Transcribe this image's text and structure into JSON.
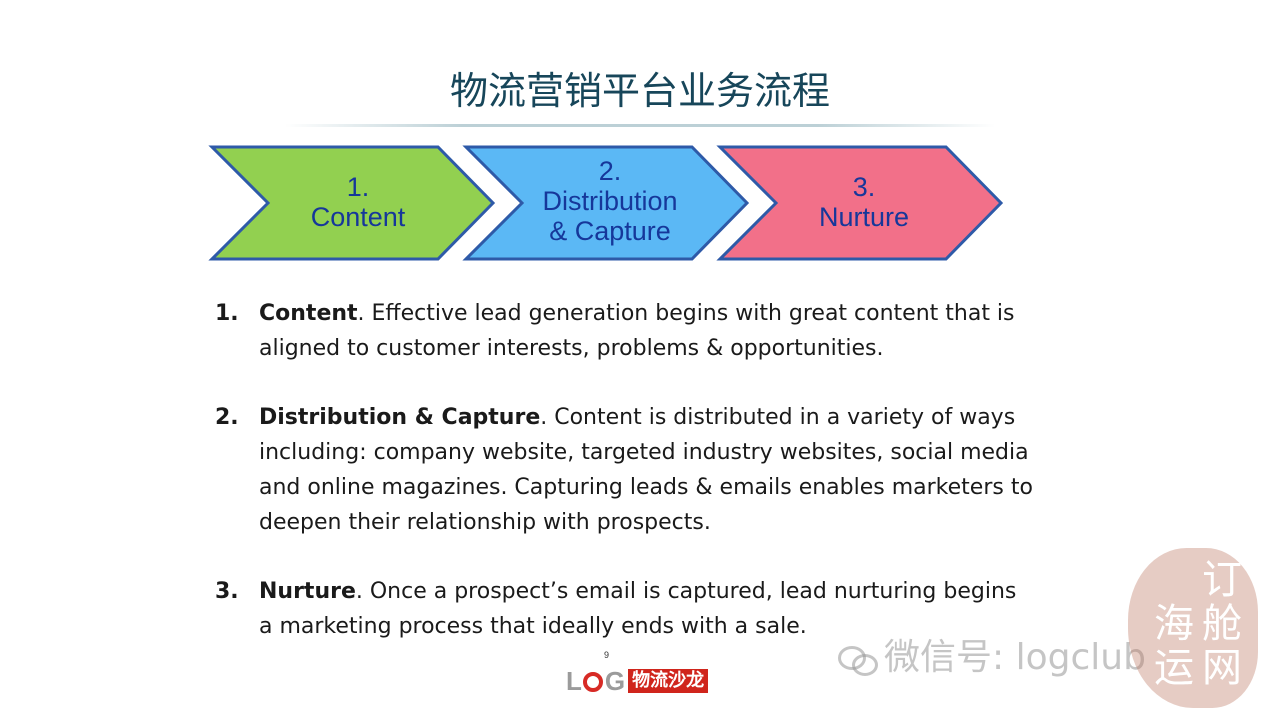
{
  "slide": {
    "title": "物流营销平台业务流程",
    "page_number": "9"
  },
  "chevrons": [
    {
      "number": "1.",
      "label_line1": "Content",
      "label_line2": "",
      "fill": "#92d050",
      "stroke": "#2e5aa8"
    },
    {
      "number": "2.",
      "label_line1": "Distribution",
      "label_line2": "& Capture",
      "fill": "#5bb8f5",
      "stroke": "#2e5aa8"
    },
    {
      "number": "3.",
      "label_line1": "Nurture",
      "label_line2": "",
      "fill": "#f27089",
      "stroke": "#2e5aa8"
    }
  ],
  "items": [
    {
      "num": "1.",
      "heading": "Content",
      "text": ". Effective lead generation begins with great content that is aligned to customer interests, problems & opportunities."
    },
    {
      "num": "2.",
      "heading": "Distribution & Capture",
      "text": ". Content is distributed in a variety of ways including: company website, targeted industry websites, social media and online magazines. Capturing leads & emails enables marketers to deepen their relationship with prospects."
    },
    {
      "num": "3.",
      "heading": "Nurture",
      "text": ". Once a prospect’s email is captured, lead nurturing begins a marketing process that ideally ends with a sale."
    }
  ],
  "footer_logo": {
    "text_left": "L",
    "text_right": "G",
    "chinese": "物流沙龙",
    "ring_color": "#d72a25"
  },
  "watermark": {
    "text": "微信号: logclub",
    "seal_text": "订舱网海运"
  }
}
